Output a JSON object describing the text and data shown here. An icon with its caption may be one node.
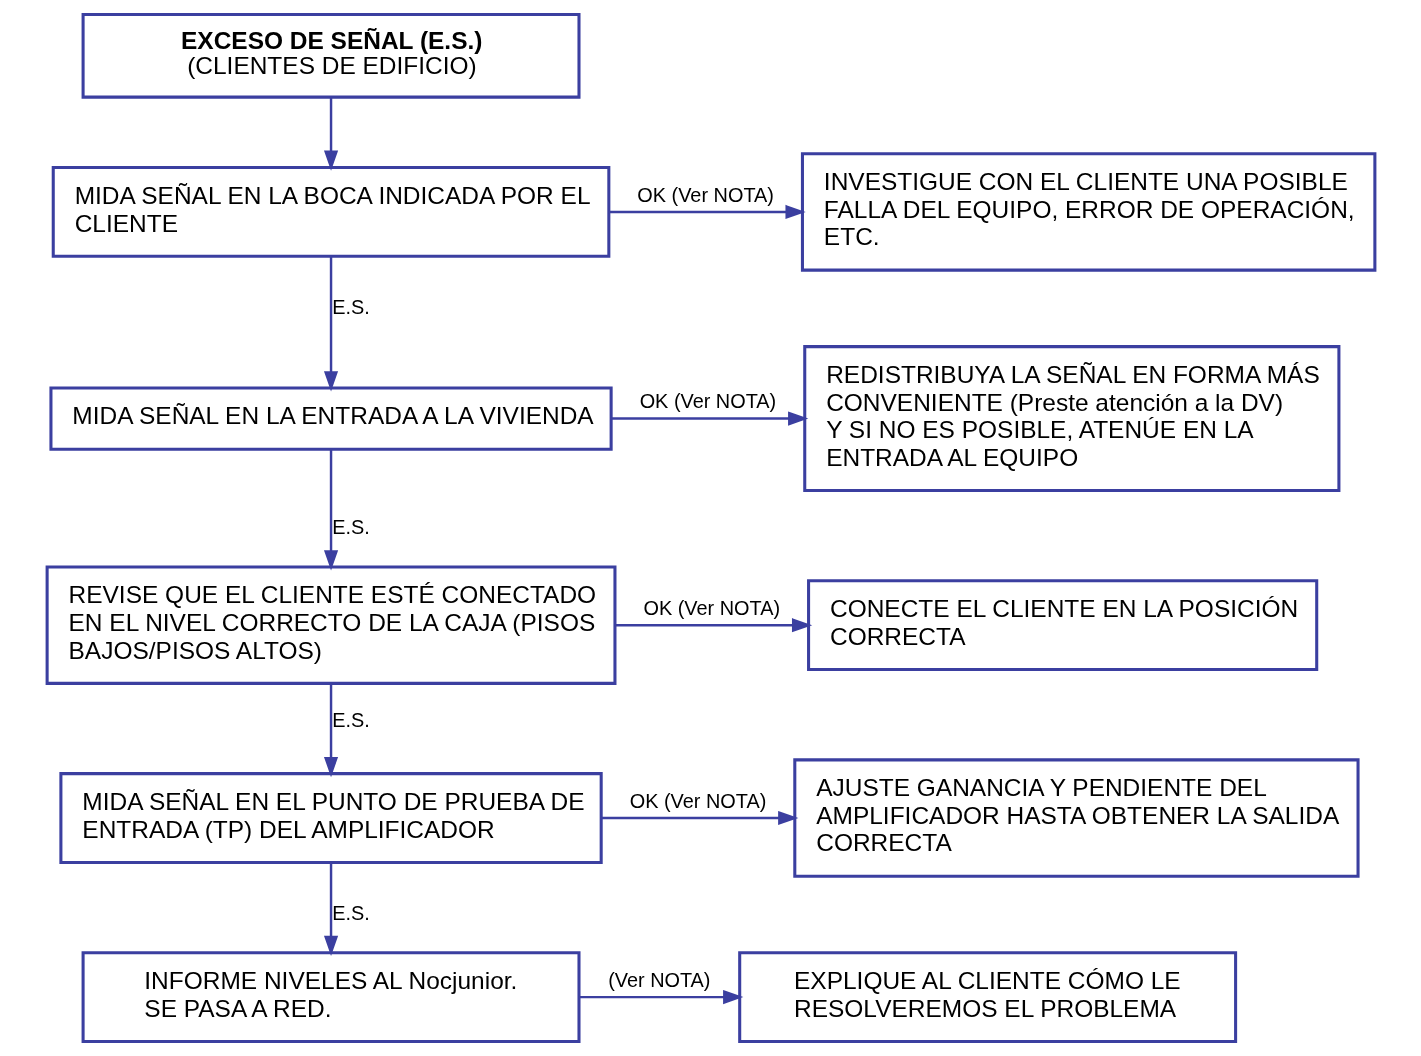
{
  "diagram": {
    "nodes": [
      {
        "text": [
          "EXCESO DE SEÑAL (E.S.)",
          "(CLIENTES DE EDIFICIO)"
        ]
      },
      {
        "text": [
          "MIDA SEÑAL EN LA BOCA INDICADA POR EL CLIENTE"
        ]
      },
      {
        "text": [
          "INVESTIGUE CON EL CLIENTE UNA POSIBLE FALLA DEL EQUIPO, ERROR DE OPERACIÓN, ETC."
        ]
      },
      {
        "text": [
          "MIDA SEÑAL EN LA ENTRADA A LA VIVIENDA"
        ]
      },
      {
        "text": [
          "REDISTRIBUYA LA SEÑAL EN FORMA MÁS CONVENIENTE (Preste atención a la DV) Y SI NO ES POSIBLE, ATENÚE EN LA ENTRADA AL EQUIPO"
        ]
      },
      {
        "text": [
          "REVISE QUE EL CLIENTE ESTÉ CONECTADO EN EL NIVEL CORRECTO DE LA CAJA (PISOS BAJOS/PISOS ALTOS)"
        ]
      },
      {
        "text": [
          "CONECTE EL CLIENTE EN LA POSICIÓN CORRECTA"
        ]
      },
      {
        "text": [
          "MIDA SEÑAL EN EL PUNTO DE PRUEBA DE ENTRADA (TP) DEL AMPLIFICADOR"
        ]
      },
      {
        "text": [
          "AJUSTE GANANCIA Y PENDIENTE DEL AMPLIFICADOR HASTA OBTENER LA SALIDA CORRECTA"
        ]
      },
      {
        "text": [
          "INFORME NIVELES AL Nocjunior.",
          "SE PASA A RED."
        ]
      },
      {
        "text": [
          "EXPLIQUE AL CLIENTE CÓMO LE RESOLVEREMOS EL PROBLEMA"
        ]
      }
    ],
    "edges": [
      {
        "from": 0,
        "to": 1,
        "arrow": "to"
      },
      {
        "from": 1,
        "to": 2,
        "arrow": "to",
        "label": "OK (Ver NOTA)"
      },
      {
        "from": 1,
        "to": 3,
        "arrow": "to",
        "label": "E.S."
      },
      {
        "from": 3,
        "to": 4,
        "arrow": "to",
        "label": "OK (Ver NOTA)"
      },
      {
        "from": 3,
        "to": 5,
        "arrow": "to",
        "label": "E.S."
      },
      {
        "from": 5,
        "to": 6,
        "arrow": "to",
        "label": "OK (Ver NOTA)"
      },
      {
        "from": 5,
        "to": 7,
        "arrow": "to",
        "label": "E.S."
      },
      {
        "from": 7,
        "to": 8,
        "arrow": "to",
        "label": "OK (Ver NOTA)"
      },
      {
        "from": 7,
        "to": 9,
        "arrow": "to",
        "label": "E.S."
      },
      {
        "from": 9,
        "to": 10,
        "arrow": "to",
        "label": "(Ver NOTA)"
      }
    ]
  }
}
